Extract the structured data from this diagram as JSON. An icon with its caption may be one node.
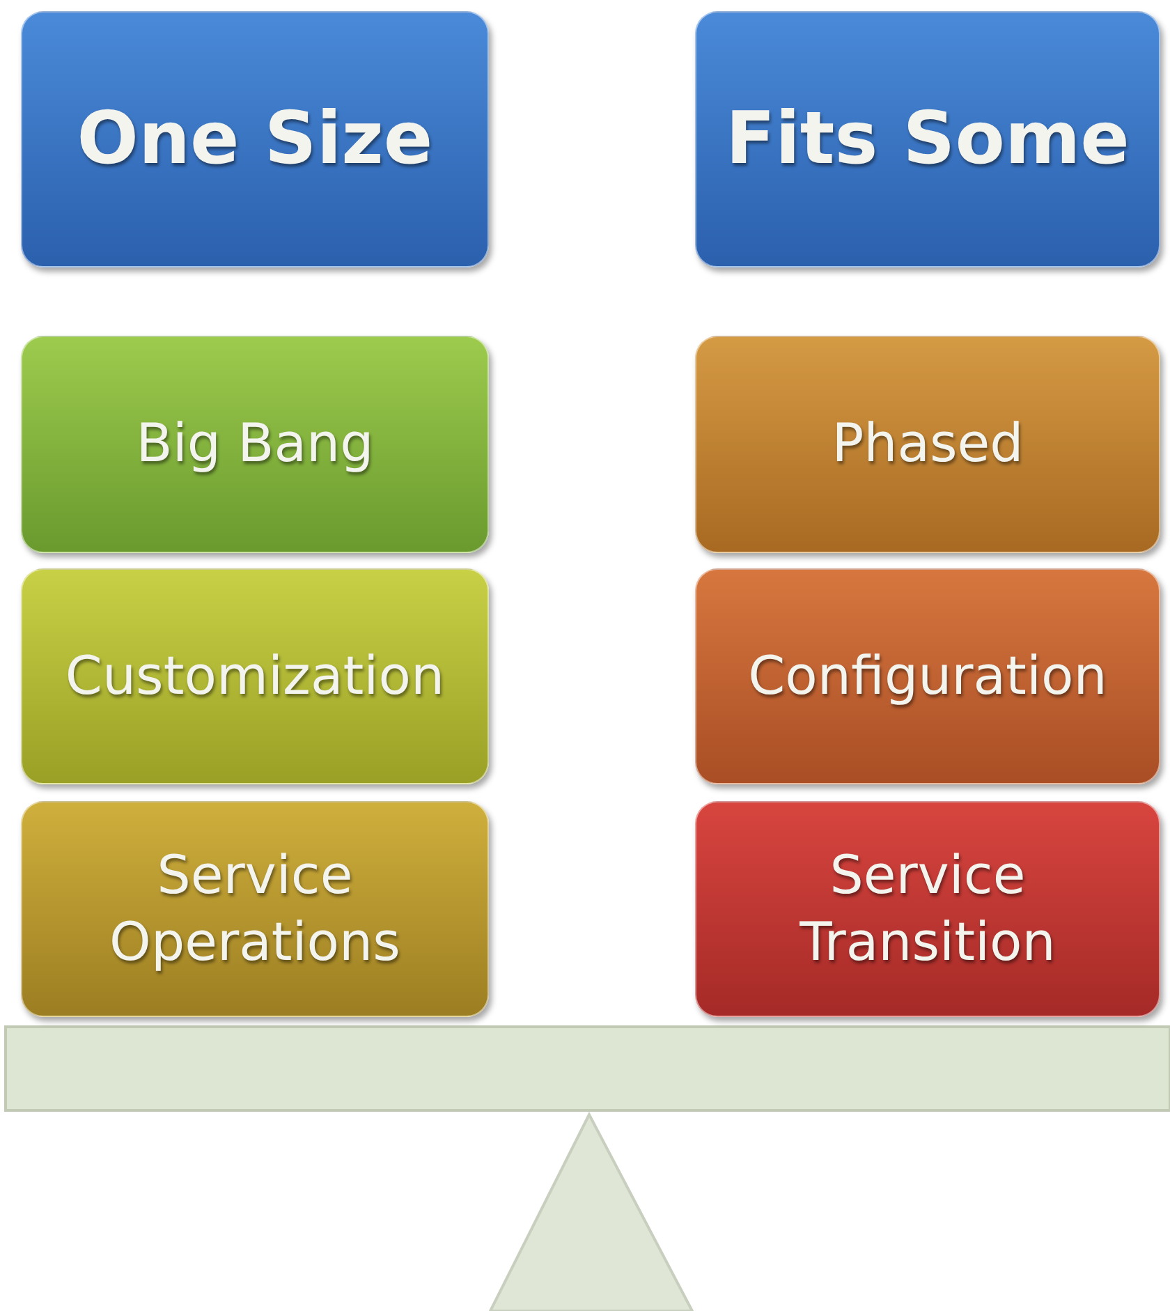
{
  "diagram": {
    "nodes": [
      {
        "text": [
          "One Size"
        ]
      },
      {
        "text": [
          "Fits Some"
        ]
      },
      {
        "text": [
          "Big Bang"
        ]
      },
      {
        "text": [
          "Phased"
        ]
      },
      {
        "text": [
          "Customization"
        ]
      },
      {
        "text": [
          "Configuration"
        ]
      },
      {
        "text": [
          "Service Operations"
        ]
      },
      {
        "text": [
          "Service Transition"
        ]
      }
    ]
  }
}
